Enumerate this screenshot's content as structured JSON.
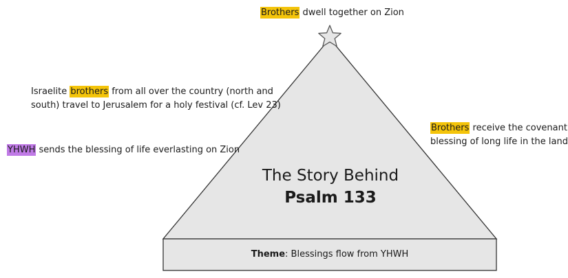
{
  "diagram": {
    "title_line_1": "The Story Behind",
    "title_line_2": "Psalm 133",
    "labels": {
      "top": {
        "highlight": "Brothers",
        "rest": " dwell together on Zion"
      },
      "left_1": {
        "prefix": "Israelite ",
        "highlight": "brothers",
        "line_1_rest": " from all over the country (north and",
        "line_2": "south) travel to Jerusalem for a holy festival (cf. Lev 23)"
      },
      "left_2": {
        "highlight": "YHWH",
        "rest": " sends the blessing of life everlasting on Zion"
      },
      "right": {
        "highlight": "Brothers",
        "line_1_rest": " receive the covenant",
        "line_2": "blessing of long life in the land"
      }
    },
    "theme": {
      "label": "Theme",
      "text": ": Blessings flow from YHWH"
    },
    "colors": {
      "highlight_yellow": "#f4c40a",
      "highlight_purple": "#c07ae6",
      "shape_fill": "#e6e6e6",
      "shape_stroke": "#333333",
      "star_fill": "#e6e6e6",
      "star_stroke": "#555555"
    },
    "icons": {
      "apex": "star-icon"
    }
  }
}
